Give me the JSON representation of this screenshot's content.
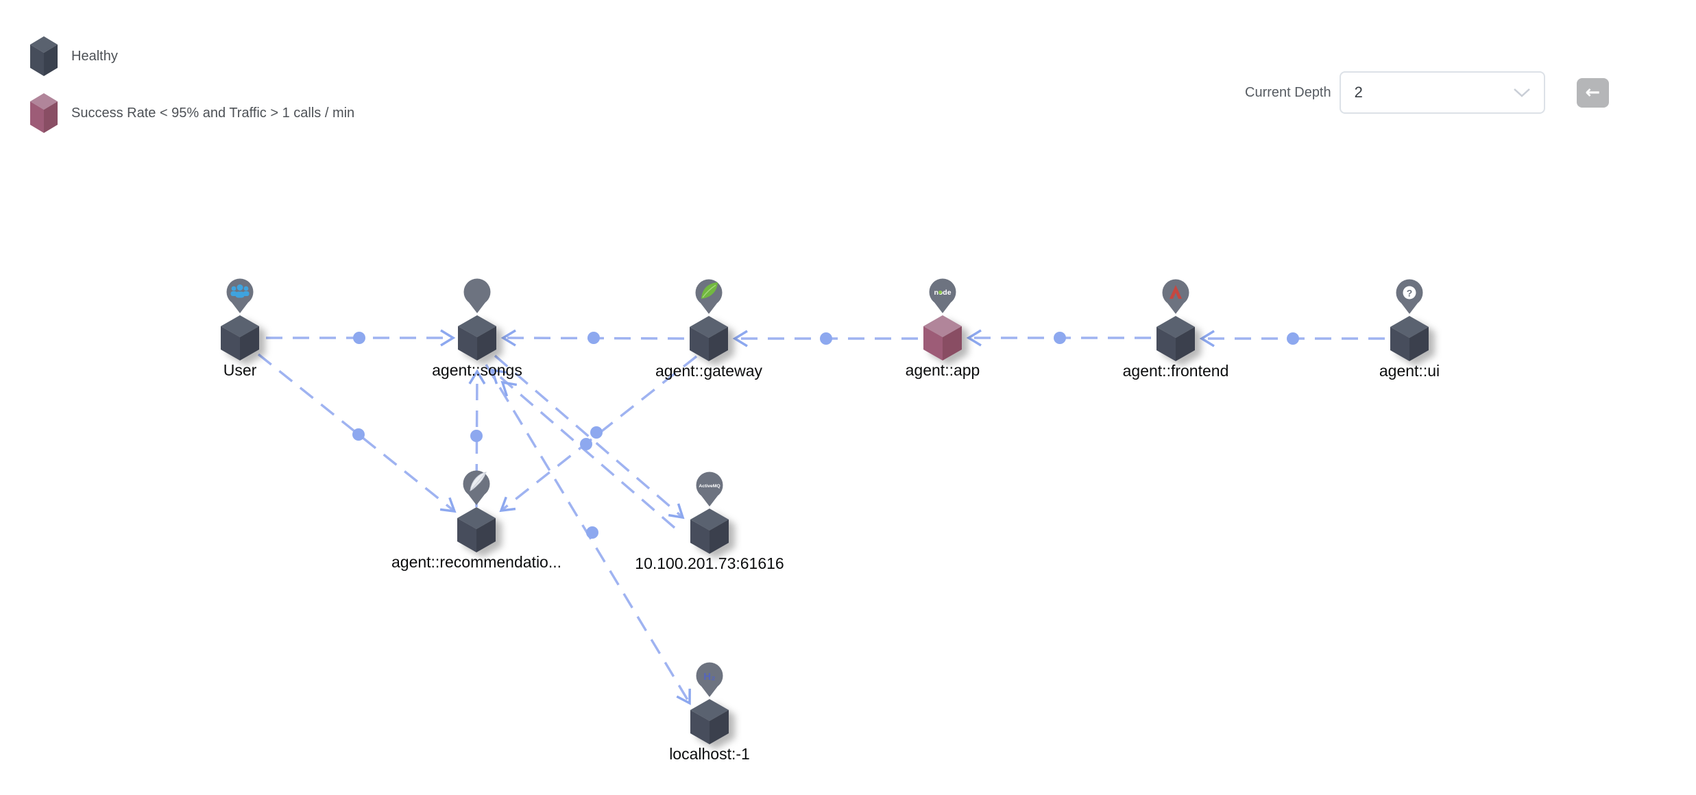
{
  "legend": {
    "items": [
      {
        "label": "Healthy",
        "status": "healthy",
        "color_top": "#5a626f",
        "color_left": "#464d5b",
        "color_right": "#3a414e"
      },
      {
        "label": "Success Rate < 95% and Traffic > 1 calls / min",
        "status": "unhealthy",
        "color_top": "#b1859a",
        "color_left": "#9d5c77",
        "color_right": "#894e64"
      }
    ]
  },
  "controls": {
    "depth_label": "Current Depth",
    "depth_value": "2",
    "back_arrow": "←"
  },
  "colors": {
    "edge": "#9fb3f1",
    "edge_dot": "#8da8ef",
    "pin": "#6d7380",
    "healthy_cube_top": "#5a626f",
    "unhealthy_cube_top": "#b1859a"
  },
  "graph": {
    "nodes": [
      {
        "id": "user",
        "label": "User",
        "status": "healthy",
        "icon": "users-icon"
      },
      {
        "id": "songs",
        "label": "agent::songs",
        "status": "healthy",
        "icon": "plain-pin"
      },
      {
        "id": "gateway",
        "label": "agent::gateway",
        "status": "healthy",
        "icon": "spring-leaf-icon"
      },
      {
        "id": "app",
        "label": "agent::app",
        "status": "unhealthy",
        "icon": "nodejs-icon",
        "icon_text": "node"
      },
      {
        "id": "frontend",
        "label": "agent::frontend",
        "status": "healthy",
        "icon": "red-chevron-icon"
      },
      {
        "id": "ui",
        "label": "agent::ui",
        "status": "healthy",
        "icon": "question-icon",
        "icon_text": "?"
      },
      {
        "id": "recommendation",
        "label": "agent::recommendatio...",
        "status": "healthy",
        "icon": "feather-icon"
      },
      {
        "id": "activemq",
        "label": "10.100.201.73:61616",
        "status": "healthy",
        "icon": "activemq-icon",
        "icon_text": "ActiveMQ"
      },
      {
        "id": "h2",
        "label": "localhost:-1",
        "status": "healthy",
        "icon": "h2-icon",
        "icon_text": "H₂"
      }
    ],
    "edges": [
      {
        "from": "User",
        "to": "agent::songs"
      },
      {
        "from": "agent::gateway",
        "to": "agent::songs"
      },
      {
        "from": "agent::app",
        "to": "agent::gateway"
      },
      {
        "from": "agent::frontend",
        "to": "agent::app"
      },
      {
        "from": "agent::ui",
        "to": "agent::frontend"
      },
      {
        "from": "User",
        "to": "agent::recommendatio..."
      },
      {
        "from": "agent::recommendatio...",
        "to": "agent::songs"
      },
      {
        "from": "agent::gateway",
        "to": "agent::recommendatio..."
      },
      {
        "from": "agent::songs",
        "to": "10.100.201.73:61616"
      },
      {
        "from": "10.100.201.73:61616",
        "to": "agent::songs"
      },
      {
        "from": "agent::songs",
        "to": "localhost:-1"
      }
    ]
  }
}
